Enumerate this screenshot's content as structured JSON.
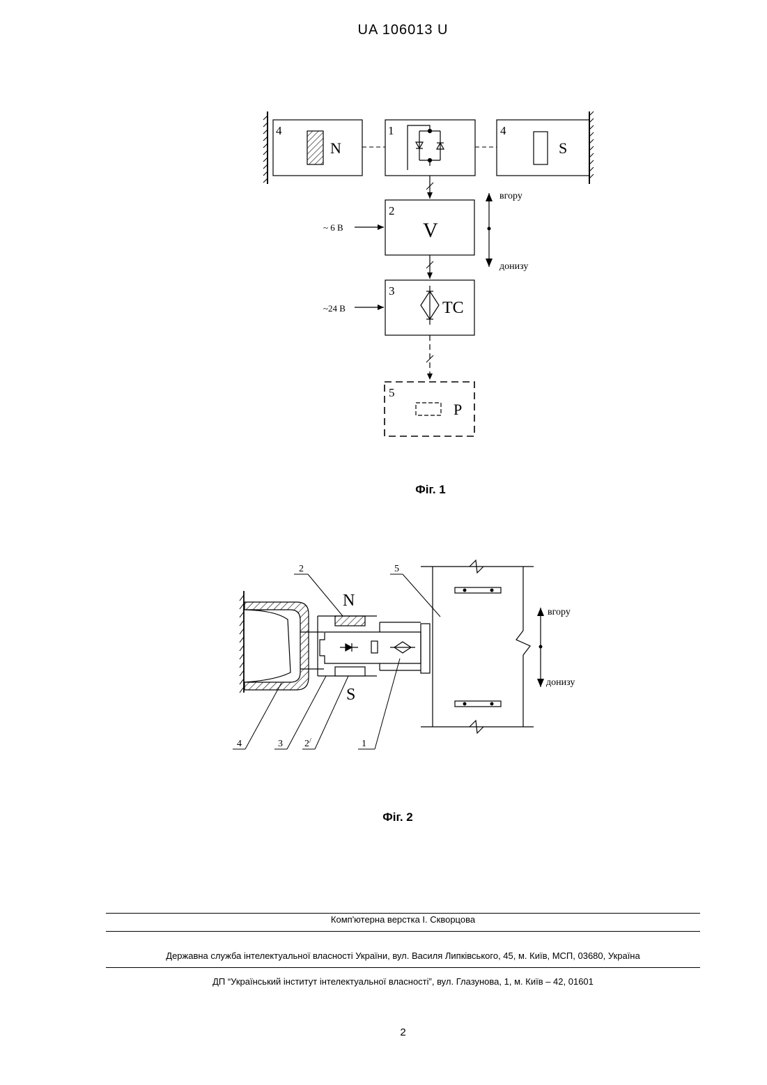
{
  "header": {
    "doc_id": "UA   106013   U"
  },
  "figure1": {
    "caption": "Фіг. 1",
    "block1": {
      "number": "1"
    },
    "block2": {
      "number": "2",
      "symbol": "V"
    },
    "block3": {
      "number": "3",
      "symbol": "TC"
    },
    "block4_left": {
      "number": "4",
      "pole": "N"
    },
    "block4_right": {
      "number": "4",
      "pole": "S"
    },
    "block5": {
      "number": "5",
      "symbol": "P"
    },
    "input_6v": "~ 6 В",
    "input_24v": "~24 В",
    "direction_up": "вгору",
    "direction_down": "донизу"
  },
  "figure2": {
    "caption": "Фіг. 2",
    "labels": {
      "l2": "2",
      "l5": "5",
      "l4": "4",
      "l3": "3",
      "l2p": "2",
      "l2p_prime": "/",
      "l1": "1"
    },
    "pole_n": "N",
    "pole_s": "S",
    "direction_up": "вгору",
    "direction_down": "донизу"
  },
  "footer": {
    "layout_credit": "Комп'ютерна верстка І. Скворцова",
    "office": "Державна служба інтелектуальної власності України, вул. Василя Липківського, 45, м. Київ, МСП, 03680, Україна",
    "institute": "ДП “Український інститут інтелектуальної власності”, вул. Глазунова, 1, м. Київ – 42, 01601"
  },
  "page_number": "2"
}
